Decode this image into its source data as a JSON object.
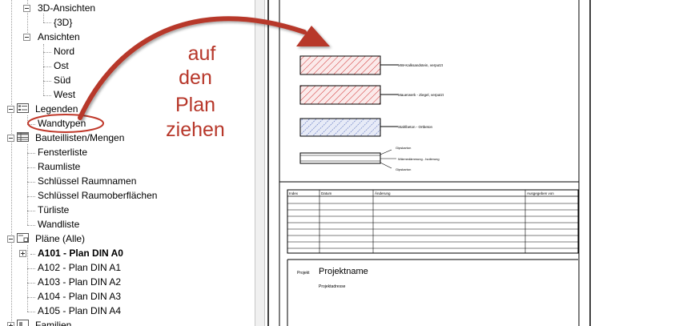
{
  "tree": {
    "ansichten3d": {
      "label": "3D-Ansichten",
      "children": [
        "{3D}"
      ]
    },
    "ansichten": {
      "label": "Ansichten",
      "children": [
        "Nord",
        "Ost",
        "Süd",
        "West"
      ]
    },
    "legenden": {
      "label": "Legenden",
      "children": [
        "Wandtypen"
      ]
    },
    "bauteillisten": {
      "label": "Bauteillisten/Mengen",
      "children": [
        "Fensterliste",
        "Raumliste",
        "Schlüssel Raumnamen",
        "Schlüssel Raumoberflächen",
        "Türliste",
        "Wandliste"
      ]
    },
    "plaene": {
      "label": "Pläne (Alle)",
      "children": [
        "A101 - Plan DIN A0",
        "A102 - Plan DIN A1",
        "A103 - Plan DIN A2",
        "A104 - Plan DIN A3",
        "A105 - Plan DIN A4"
      ]
    },
    "familien": {
      "label": "Familien"
    }
  },
  "annotation": {
    "lines": [
      "auf",
      "den",
      "Plan",
      "ziehen"
    ],
    "color": "#b7372a"
  },
  "sheet": {
    "legend_labels": [
      "MW-Kalksandstein, verputzt",
      "Mauerwerk - Ziegel, verputzt",
      "Stahlbeton - Ortbeton"
    ],
    "wall_layer_labels": [
      "Gipskarton",
      "Wärmedämmung - Isolierung",
      "Gipskarton"
    ],
    "revision_headers": [
      "Index",
      "Datum",
      "Änderung",
      "Ausgegeben von"
    ],
    "title_block": {
      "label": "Projekt",
      "name": "Projektname",
      "address": "Projektadresse"
    }
  },
  "colors": {
    "red_hatch": "#d23a3a",
    "blue_hatch": "#4a63b8",
    "circle": "#c0392b"
  }
}
